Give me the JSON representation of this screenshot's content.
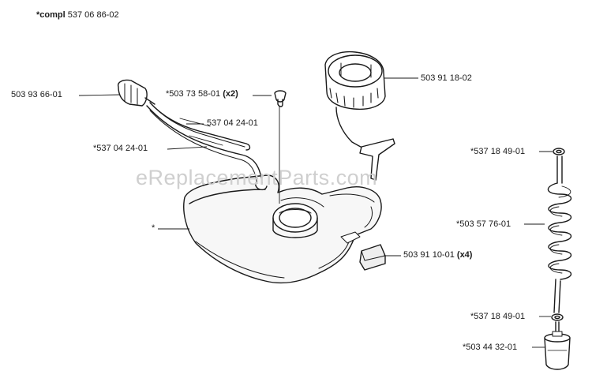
{
  "diagram": {
    "kit_prefix": "*compl",
    "kit_number": "537 06 86-02",
    "watermark": "eReplacementParts.com",
    "callouts": {
      "fuel_filter_fitting": "503 93 66-01",
      "grommet": "*503 73 58-01",
      "grommet_qty": "(x2)",
      "fuel_line_upper": "537 04 24-01",
      "fuel_line_lower": "*537 04 24-01",
      "fuel_cap": "503 91 18-02",
      "tank": "*",
      "vibration_damper": "503 91 10-01",
      "damper_qty": "(x4)",
      "washer_top": "*537 18 49-01",
      "spiral_hose": "*503 57 76-01",
      "washer_bottom": "*537 18 49-01",
      "filter": "*503 44 32-01"
    }
  }
}
